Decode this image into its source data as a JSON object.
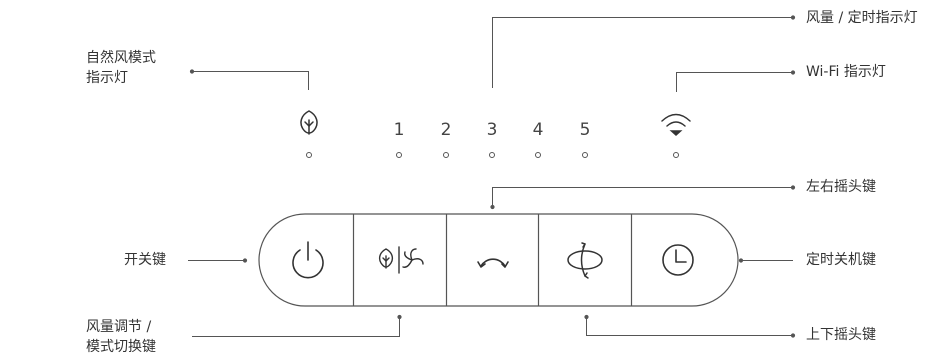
{
  "labels": {
    "natural_mode": [
      "自然风模式",
      "指示灯"
    ],
    "speed_timer": "风量 / 定时指示灯",
    "wifi": "Wi-Fi 指示灯",
    "swing_lr": "左右摇头键",
    "power": "开关键",
    "timer_off": "定时关机键",
    "speed_mode": [
      "风量调节 /",
      "模式切换键"
    ],
    "swing_ud": "上下摇头键"
  },
  "speed_levels": [
    "1",
    "2",
    "3",
    "4",
    "5"
  ],
  "buttons": [
    {
      "name": "power-button",
      "icon": "power-icon"
    },
    {
      "name": "speed-mode-button",
      "icon": "leaf-fan-icon"
    },
    {
      "name": "swing-lr-button",
      "icon": "arc-arrow-icon"
    },
    {
      "name": "swing-ud-button",
      "icon": "rotate-icon"
    },
    {
      "name": "timer-button",
      "icon": "clock-icon"
    }
  ],
  "indicators": [
    "natural-mode-icon",
    "wifi-icon"
  ],
  "colors": {
    "line": "#555555",
    "text": "#333333"
  }
}
